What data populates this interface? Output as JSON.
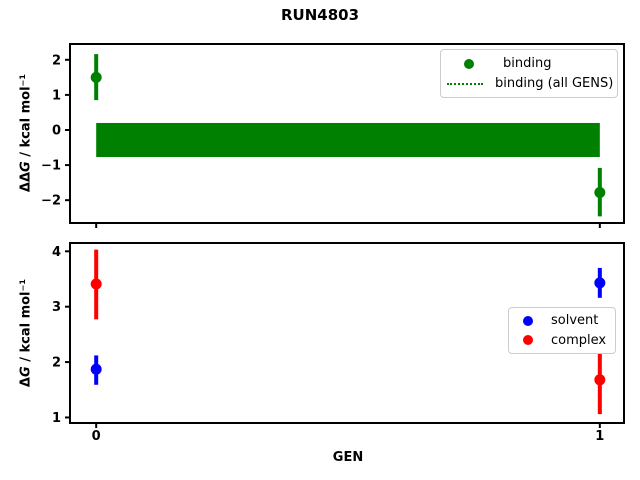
{
  "title": "RUN4803",
  "xlabel": "GEN",
  "colors": {
    "binding": "#008000",
    "solvent": "#0000ff",
    "complex": "#ff0000",
    "axis": "#000000",
    "legend_border": "#cccccc"
  },
  "chart_data": [
    {
      "name": "ddg",
      "type": "scatter",
      "ylabel": {
        "delta": "ΔΔ",
        "var": "G",
        "unit": " / kcal mol⁻¹"
      },
      "xlim": [
        -0.052,
        1.048
      ],
      "ylim": [
        -2.65,
        2.45
      ],
      "grid": false,
      "yticks": [
        {
          "value": 2,
          "label": "2"
        },
        {
          "value": 1,
          "label": "1"
        },
        {
          "value": 0,
          "label": "0"
        },
        {
          "value": -1,
          "label": "−1"
        },
        {
          "value": -2,
          "label": "−2"
        }
      ],
      "xticks": [
        {
          "value": 0,
          "label": ""
        },
        {
          "value": 1,
          "label": ""
        }
      ],
      "series": [
        {
          "name": "binding",
          "color": "#008000",
          "points": [
            {
              "x": 0,
              "y": 1.5,
              "err_lo": 0.85,
              "err_hi": 2.16
            },
            {
              "x": 1,
              "y": -1.78,
              "err_lo": -2.46,
              "err_hi": -1.08
            }
          ]
        }
      ],
      "band": {
        "name": "binding (all GENS)",
        "color": "#008000",
        "x0": 0,
        "x1": 1,
        "y_lo": -0.77,
        "y_hi": 0.2
      },
      "legend": {
        "position": "upper right",
        "items": [
          {
            "marker": "dot",
            "color": "#008000",
            "label": "binding"
          },
          {
            "marker": "dotted-line",
            "color": "#008000",
            "label": "binding (all GENS)"
          }
        ]
      }
    },
    {
      "name": "dg",
      "type": "scatter",
      "xlabel": "GEN",
      "ylabel": {
        "delta": "Δ",
        "var": "G",
        "unit": " / kcal mol⁻¹"
      },
      "xlim": [
        -0.052,
        1.048
      ],
      "ylim": [
        0.9,
        4.15
      ],
      "grid": false,
      "yticks": [
        {
          "value": 4,
          "label": "4"
        },
        {
          "value": 3,
          "label": "3"
        },
        {
          "value": 2,
          "label": "2"
        },
        {
          "value": 1,
          "label": "1"
        }
      ],
      "xticks": [
        {
          "value": 0,
          "label": "0"
        },
        {
          "value": 1,
          "label": "1"
        }
      ],
      "series": [
        {
          "name": "solvent",
          "color": "#0000ff",
          "points": [
            {
              "x": 0,
              "y": 1.87,
              "err_lo": 1.59,
              "err_hi": 2.12
            },
            {
              "x": 1,
              "y": 3.43,
              "err_lo": 3.16,
              "err_hi": 3.7
            }
          ]
        },
        {
          "name": "complex",
          "color": "#ff0000",
          "points": [
            {
              "x": 0,
              "y": 3.41,
              "err_lo": 2.77,
              "err_hi": 4.03
            },
            {
              "x": 1,
              "y": 1.68,
              "err_lo": 1.06,
              "err_hi": 2.3
            }
          ]
        }
      ],
      "legend": {
        "position": "center right",
        "items": [
          {
            "marker": "dot",
            "color": "#0000ff",
            "label": "solvent"
          },
          {
            "marker": "dot",
            "color": "#ff0000",
            "label": "complex"
          }
        ]
      }
    }
  ]
}
